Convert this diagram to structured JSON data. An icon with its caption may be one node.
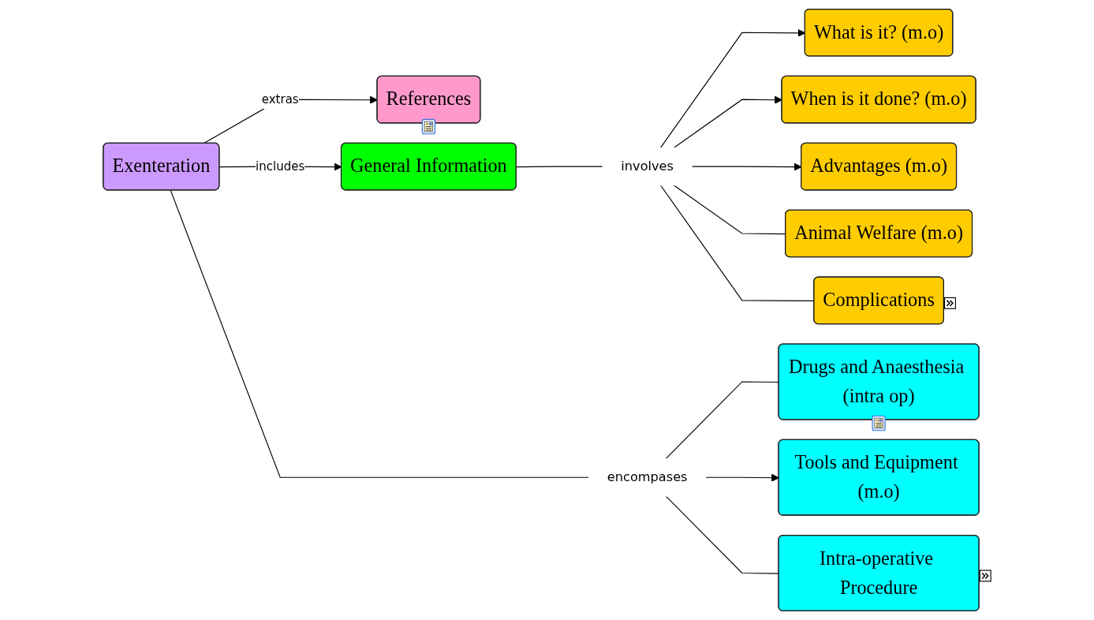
{
  "diagram": {
    "nodes": [
      {
        "text": [
          "References"
        ]
      },
      {
        "text": [
          "Exenteration"
        ]
      },
      {
        "text": [
          "General Information"
        ]
      },
      {
        "text": [
          "involves"
        ]
      },
      {
        "text": [
          "What is it? (m.o)"
        ]
      },
      {
        "text": [
          "When is it done? (m.o)"
        ]
      },
      {
        "text": [
          "Advantages (m.o)"
        ]
      },
      {
        "text": [
          "Animal Welfare (m.o)"
        ]
      },
      {
        "text": [
          "Complications"
        ]
      },
      {
        "text": [
          "encompases"
        ]
      },
      {
        "text": [
          "Drugs and Anaesthesia (intra op)"
        ]
      },
      {
        "text": [
          "Tools and Equipment (m.o)"
        ]
      },
      {
        "text": [
          "Intra-operative Procedure"
        ]
      }
    ],
    "edges": [
      {
        "from": 1,
        "to": 0,
        "arrow": "to",
        "label": "extras"
      },
      {
        "from": 1,
        "to": 2,
        "arrow": "to",
        "label": "includes"
      },
      {
        "from": 2,
        "to": 3,
        "arrow": "none"
      },
      {
        "from": 3,
        "to": 4,
        "arrow": "to"
      },
      {
        "from": 3,
        "to": 5,
        "arrow": "to"
      },
      {
        "from": 3,
        "to": 6,
        "arrow": "to"
      },
      {
        "from": 3,
        "to": 7,
        "arrow": "none"
      },
      {
        "from": 3,
        "to": 8,
        "arrow": "none"
      },
      {
        "from": 1,
        "to": 9,
        "arrow": "none"
      },
      {
        "from": 9,
        "to": 10,
        "arrow": "none"
      },
      {
        "from": 9,
        "to": 11,
        "arrow": "to"
      },
      {
        "from": 9,
        "to": 12,
        "arrow": "none"
      }
    ]
  }
}
